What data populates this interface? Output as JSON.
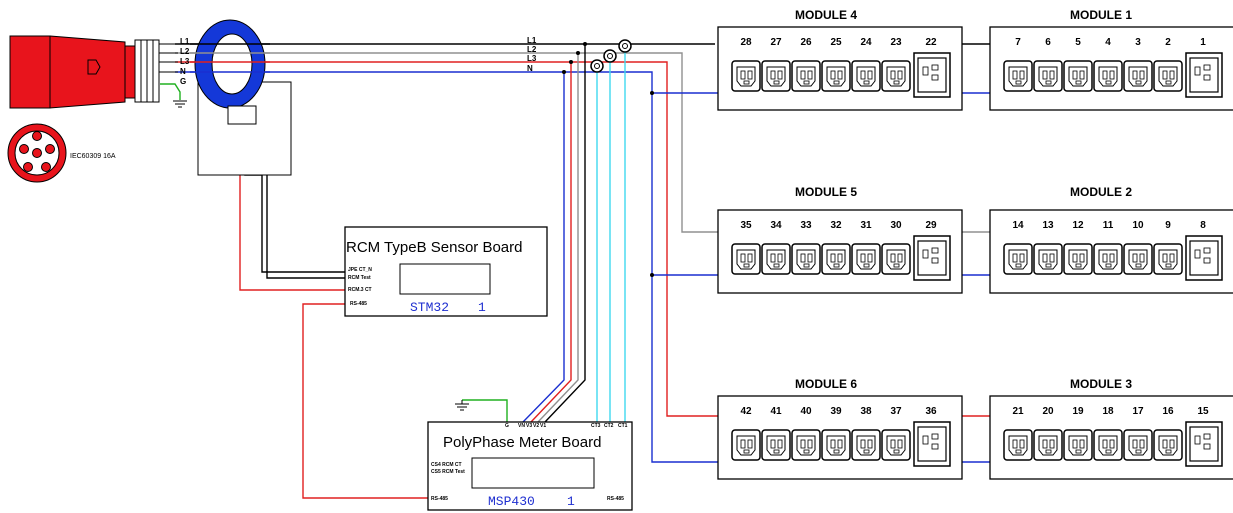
{
  "plug": {
    "label": "IEC60309 16A",
    "wires": [
      "L1",
      "L2",
      "L3",
      "N",
      "G"
    ]
  },
  "bus_labels": [
    "L1",
    "L2",
    "L3",
    "N"
  ],
  "rcm_board": {
    "title": "RCM TypeB Sensor Board",
    "chip": "STM32",
    "chip_id": "1",
    "pins": [
      "JPE CT_N",
      "RCM Test",
      "RCM.3 CT",
      "RS-485"
    ]
  },
  "meter_board": {
    "title": "PolyPhase Meter Board",
    "chip": "MSP430",
    "chip_id": "1",
    "top_pins": [
      "G",
      "VN",
      "V3",
      "V2",
      "V1"
    ],
    "ct_pins": [
      "CT3",
      "CT2",
      "CT1"
    ],
    "left_pins": [
      "CS4 RCM CT",
      "CS5 RCM Test",
      "RS-485"
    ],
    "right_pin": "RS-485"
  },
  "modules": [
    {
      "id": "m4",
      "title": "MODULE 4",
      "sockets": [
        "28",
        "27",
        "26",
        "25",
        "24",
        "23"
      ],
      "big_socket": "22"
    },
    {
      "id": "m1",
      "title": "MODULE 1",
      "sockets": [
        "7",
        "6",
        "5",
        "4",
        "3",
        "2"
      ],
      "big_socket": "1"
    },
    {
      "id": "m5",
      "title": "MODULE 5",
      "sockets": [
        "35",
        "34",
        "33",
        "32",
        "31",
        "30"
      ],
      "big_socket": "29"
    },
    {
      "id": "m2",
      "title": "MODULE 2",
      "sockets": [
        "14",
        "13",
        "12",
        "11",
        "10",
        "9"
      ],
      "big_socket": "8"
    },
    {
      "id": "m6",
      "title": "MODULE 6",
      "sockets": [
        "42",
        "41",
        "40",
        "39",
        "38",
        "37"
      ],
      "big_socket": "36"
    },
    {
      "id": "m3",
      "title": "MODULE 3",
      "sockets": [
        "21",
        "20",
        "19",
        "18",
        "17",
        "16"
      ],
      "big_socket": "15"
    }
  ],
  "colors": {
    "L1": "#000000",
    "L2": "#909090",
    "L3": "#e02020",
    "N": "#1a2fd0",
    "G": "#20b020",
    "CT": "#40d8f0",
    "RS485": "#e02020",
    "plug_red": "#e8141c",
    "toroid": "#1438d8"
  }
}
